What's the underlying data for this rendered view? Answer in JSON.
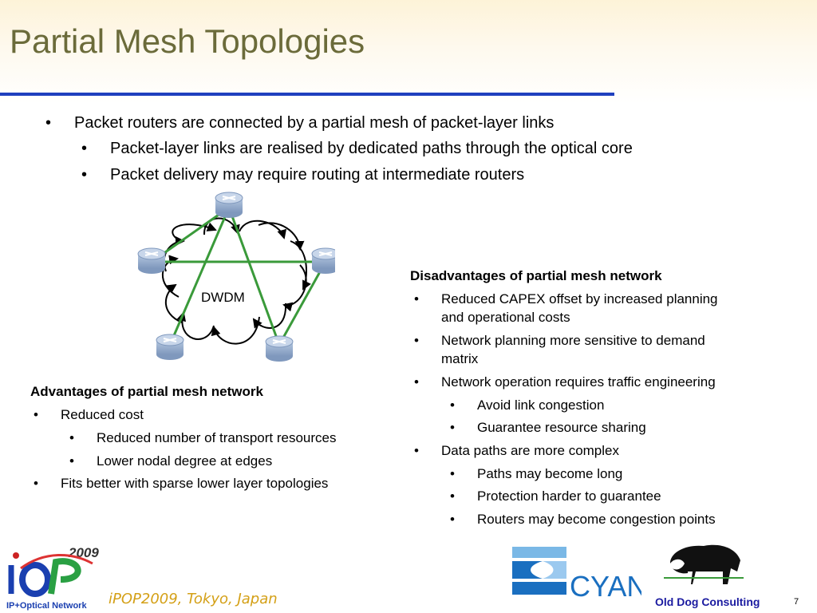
{
  "slide": {
    "title": "Partial Mesh Topologies",
    "page_number": "7",
    "footer": "iPOP2009, Tokyo, Japan"
  },
  "main_bullets": [
    {
      "text": "Packet routers are connected by a partial mesh of packet-layer links",
      "level": 1
    },
    {
      "text": "Packet-layer links are realised by dedicated paths through the optical core",
      "level": 2
    },
    {
      "text": "Packet delivery may require routing at intermediate routers",
      "level": 2
    }
  ],
  "diagram": {
    "cloud_label": "DWDM",
    "colors": {
      "link": "#3a9a3a",
      "router": "#8ea6c8",
      "cloud_arrow": "#000000"
    }
  },
  "advantages": {
    "heading": "Advantages of partial mesh network",
    "items": [
      {
        "text": "Reduced cost",
        "level": 1
      },
      {
        "text": "Reduced number of transport resources",
        "level": 2
      },
      {
        "text": "Lower nodal degree at edges",
        "level": 2
      },
      {
        "text": "Fits better with sparse lower layer topologies",
        "level": 1
      }
    ]
  },
  "disadvantages": {
    "heading": "Disadvantages of partial mesh network",
    "items": [
      {
        "text": "Reduced CAPEX offset by increased planning",
        "text2": "and operational costs",
        "level": 1
      },
      {
        "text": "Network planning more sensitive to demand",
        "text2": "matrix",
        "level": 1
      },
      {
        "text": "Network operation requires traffic engineering",
        "level": 1
      },
      {
        "text": "Avoid link congestion",
        "level": 2
      },
      {
        "text": "Guarantee resource sharing",
        "level": 2
      },
      {
        "text": "Data paths are more complex",
        "level": 1
      },
      {
        "text": "Paths may become long",
        "level": 2
      },
      {
        "text": "Protection harder to guarantee",
        "level": 2
      },
      {
        "text": "Routers may become congestion points",
        "level": 2
      }
    ]
  },
  "logos": {
    "ipop_year": "2009",
    "ipop_caption": "IP+Optical Network",
    "cyan_text": "CYAN",
    "odc_text": "Old Dog Consulting"
  },
  "colors": {
    "title": "#6b6b3a",
    "rule": "#1f3fbf",
    "footer": "#d4a017",
    "cyan_blue": "#1a6fc0"
  }
}
